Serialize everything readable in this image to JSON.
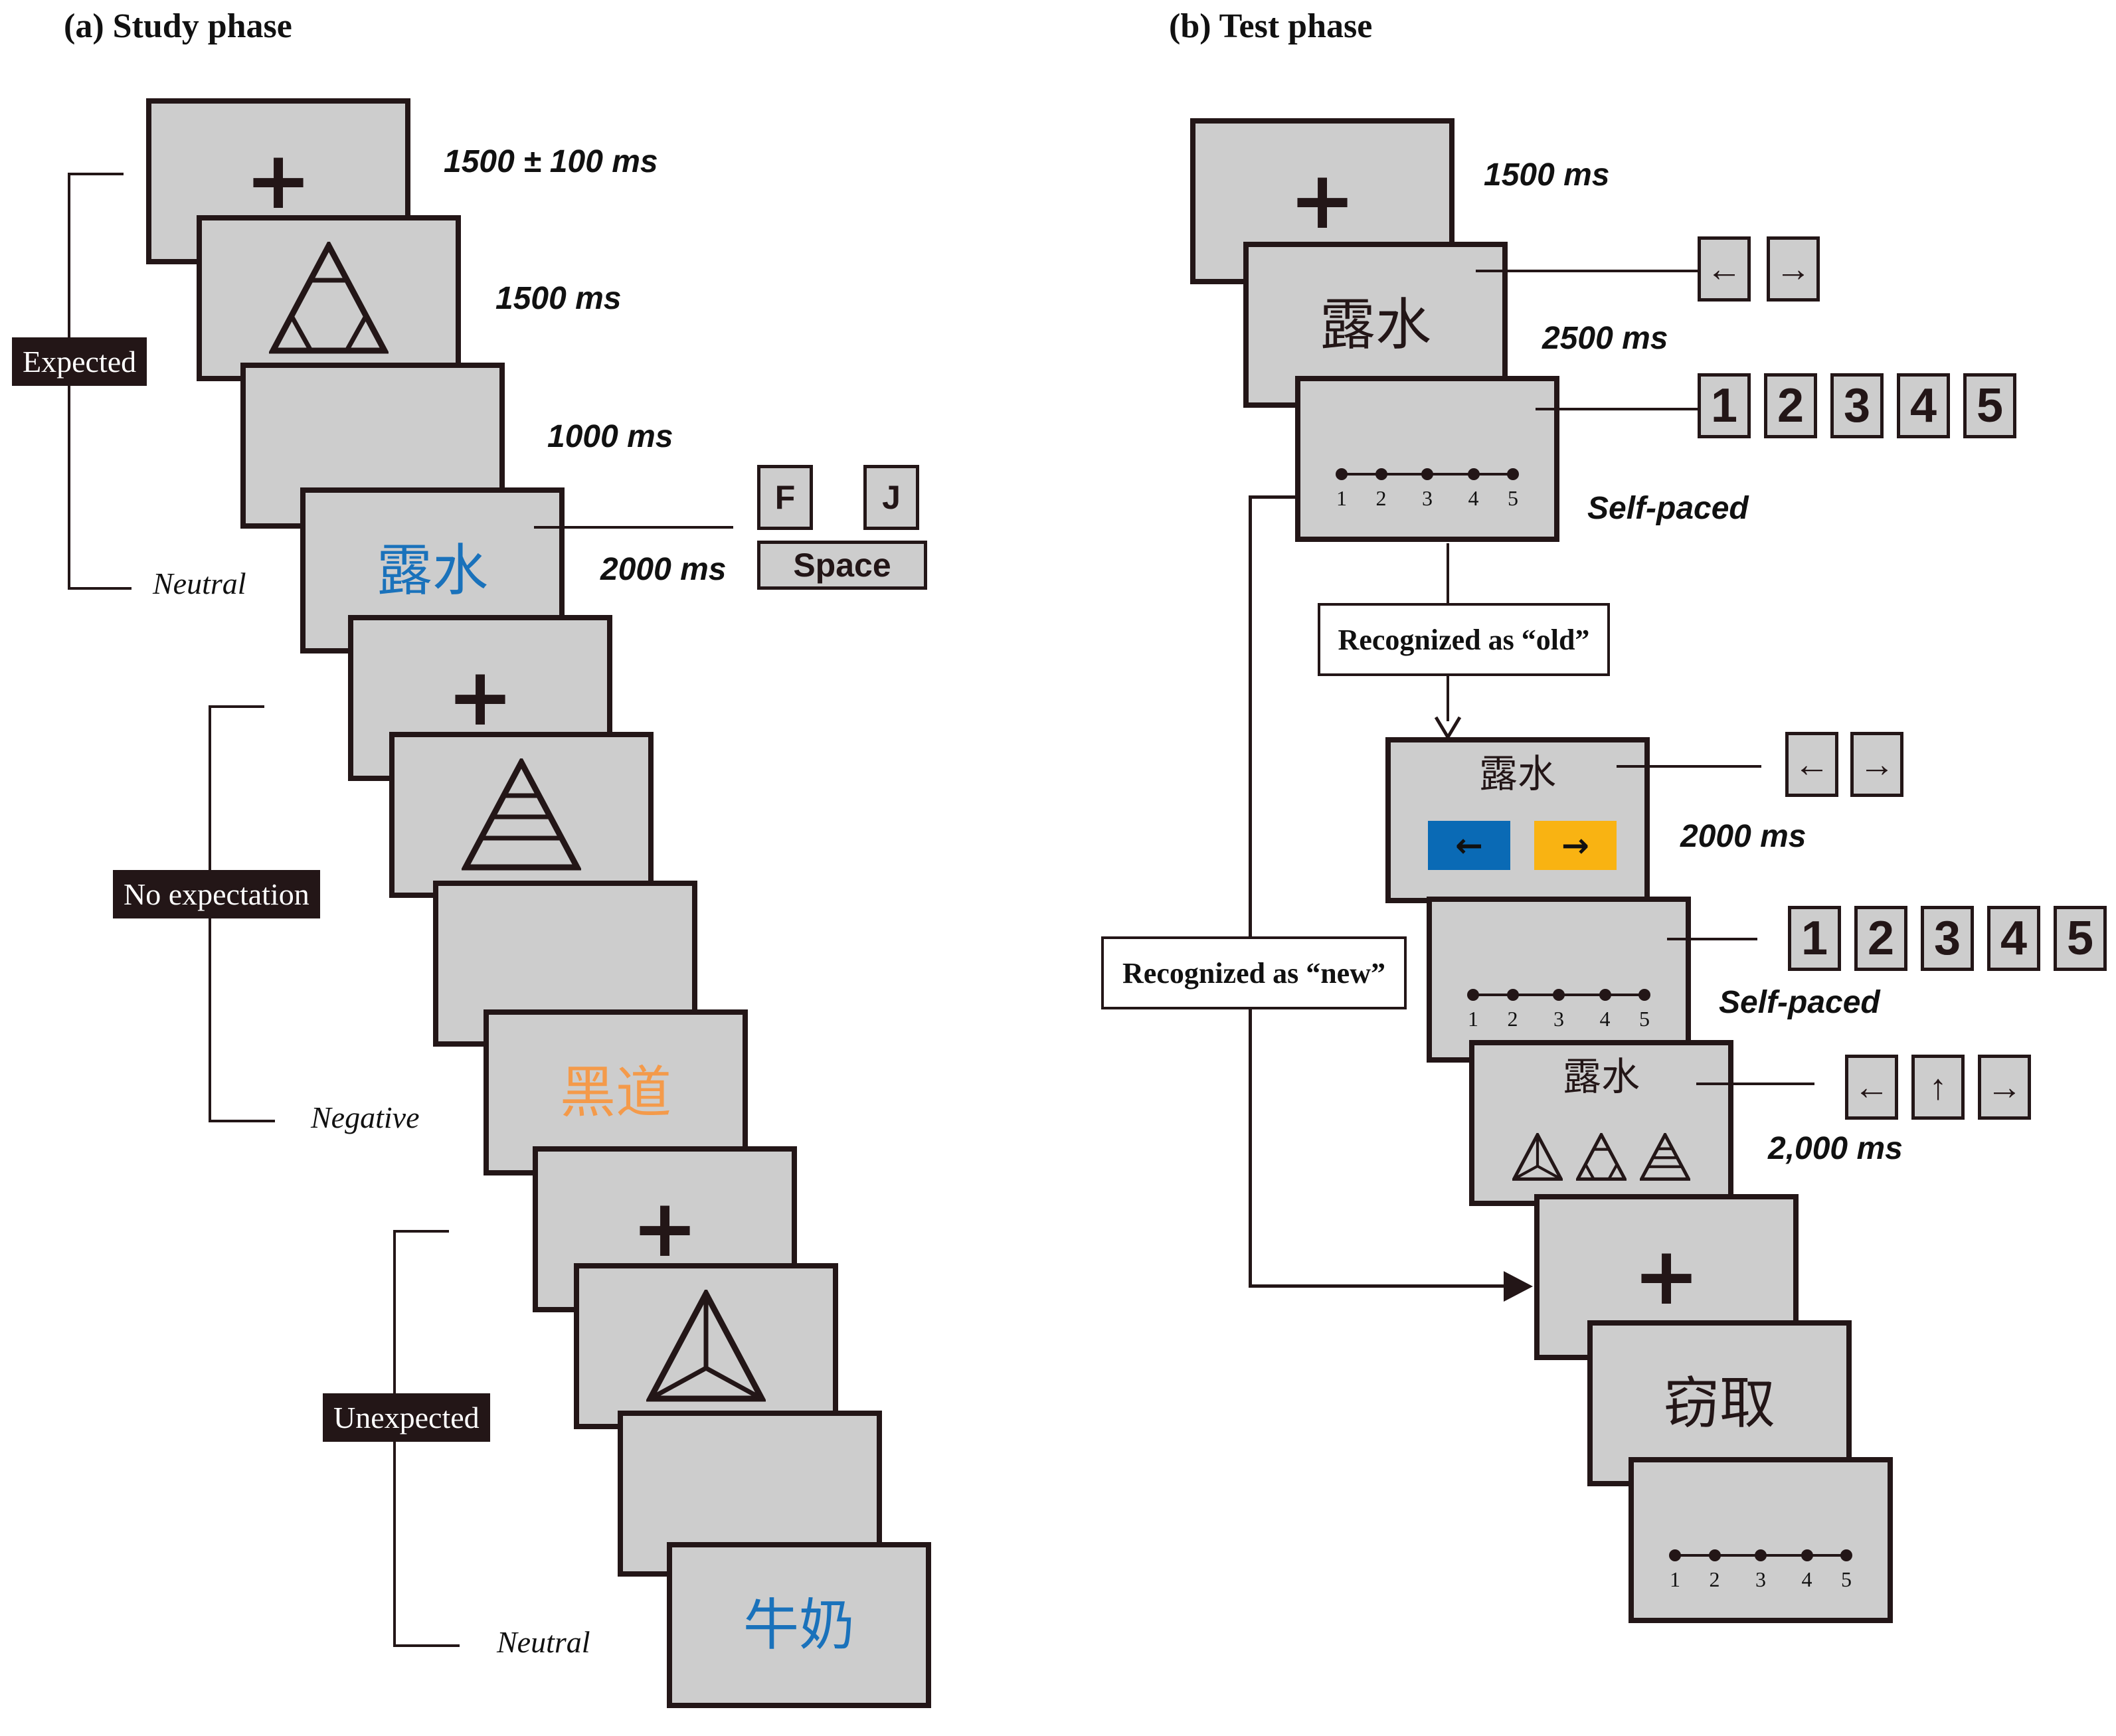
{
  "panel_a": {
    "title": "(a) Study phase",
    "conditions": [
      "Expected",
      "No expectation",
      "Unexpected"
    ],
    "valences": [
      "Neutral",
      "Negative",
      "Neutral"
    ],
    "timings": [
      "1500 ± 100 ms",
      "1500 ms",
      "1000 ms",
      "2000 ms"
    ],
    "fixation": "+",
    "words": [
      {
        "text": "露水",
        "color": "#1a72bb"
      },
      {
        "text": "黑道",
        "color": "#f49a4a"
      },
      {
        "text": "牛奶",
        "color": "#1a72bb"
      }
    ],
    "cues": [
      "triangle-inner-triangle-icon",
      "triangle-stripes-icon",
      "triangle-spokes-icon"
    ],
    "keys": {
      "f": "F",
      "j": "J",
      "space": "Space"
    }
  },
  "panel_b": {
    "title": "(b) Test phase",
    "timings": {
      "fixation": "1500 ms",
      "word": "2500 ms",
      "rating1": "Self-paced",
      "source": "2000 ms",
      "rating2": "Self-paced",
      "cue": "2,000 ms"
    },
    "fixation": "+",
    "word_old": "露水",
    "word_new": "窃取",
    "scale_labels": [
      "1",
      "2",
      "3",
      "4",
      "5"
    ],
    "number_keys": [
      "1",
      "2",
      "3",
      "4",
      "5"
    ],
    "arrows": {
      "left": "←",
      "right": "→",
      "up": "↑"
    },
    "recognized_old": "Recognized as “old”",
    "recognized_new": "Recognized as “new”",
    "colors": {
      "blue": "#0a6ab5",
      "yellow": "#f9b312"
    }
  }
}
